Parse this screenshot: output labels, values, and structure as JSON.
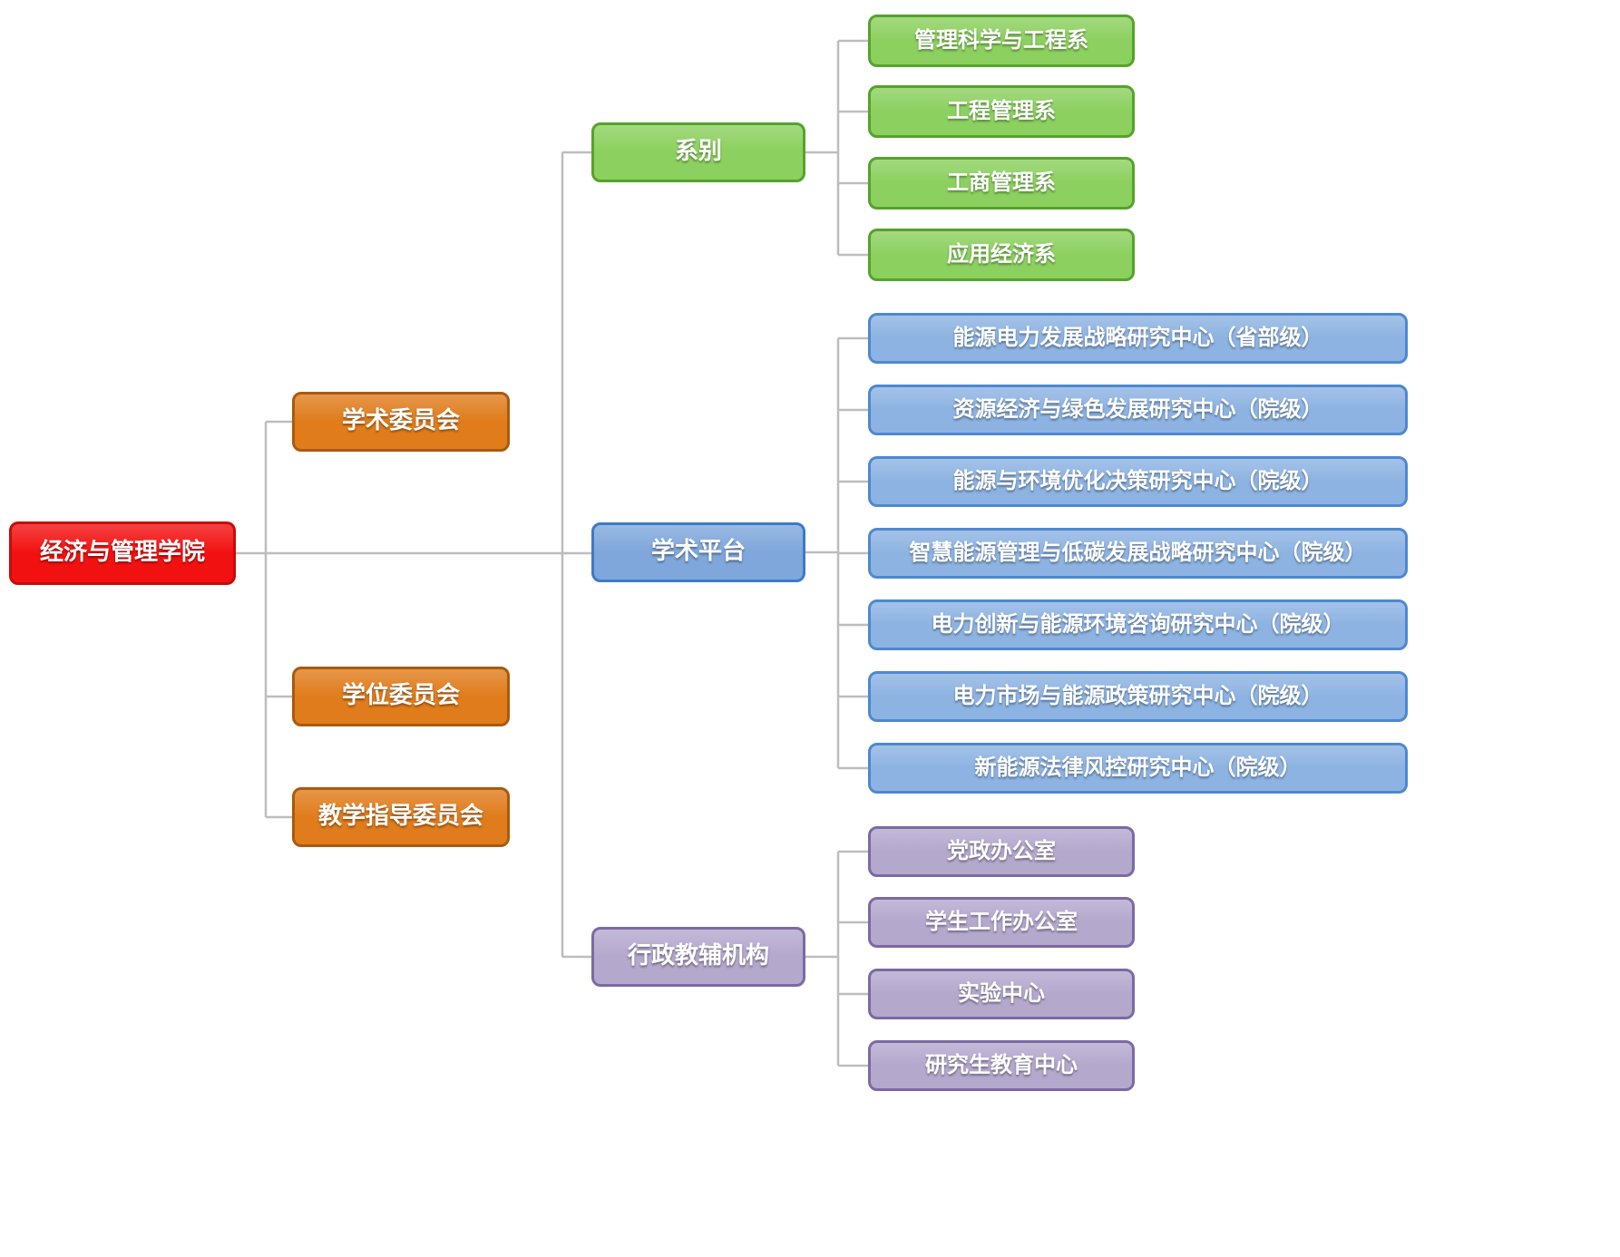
{
  "root": {
    "label": "经济与管理学院"
  },
  "committees": {
    "items": [
      {
        "label": "学术委员会"
      },
      {
        "label": "学位委员会"
      },
      {
        "label": "教学指导委员会"
      }
    ]
  },
  "departments": {
    "parent_label": "系别",
    "items": [
      {
        "label": "管理科学与工程系"
      },
      {
        "label": "工程管理系"
      },
      {
        "label": "工商管理系"
      },
      {
        "label": "应用经济系"
      }
    ]
  },
  "platforms": {
    "parent_label": "学术平台",
    "items": [
      {
        "label": "能源电力发展战略研究中心（省部级）"
      },
      {
        "label": "资源经济与绿色发展研究中心（院级）"
      },
      {
        "label": "能源与环境优化决策研究中心（院级）"
      },
      {
        "label": "智慧能源管理与低碳发展战略研究中心（院级）"
      },
      {
        "label": "电力创新与能源环境咨询研究中心（院级）"
      },
      {
        "label": "电力市场与能源政策研究中心（院级）"
      },
      {
        "label": "新能源法律风控研究中心（院级）"
      }
    ]
  },
  "admin": {
    "parent_label": "行政教辅机构",
    "items": [
      {
        "label": "党政办公室"
      },
      {
        "label": "学生工作办公室"
      },
      {
        "label": "实验中心"
      },
      {
        "label": "研究生教育中心"
      }
    ]
  },
  "colors": {
    "red-fill": "#f21111",
    "red-border": "#c70b0b",
    "orange-fill": "#e07c1c",
    "orange-border": "#aa5a0e",
    "green-fill": "#8cd05f",
    "green-border": "#55a32b",
    "blue-fill": "#7fa7db",
    "blue-border": "#3d7ac5",
    "blue-child-fill": "#8db3e2",
    "blue-child-border": "#4e88cf",
    "purple-fill": "#b4a8cd",
    "purple-border": "#7b6aa3",
    "connector": "#bdbdbd"
  }
}
